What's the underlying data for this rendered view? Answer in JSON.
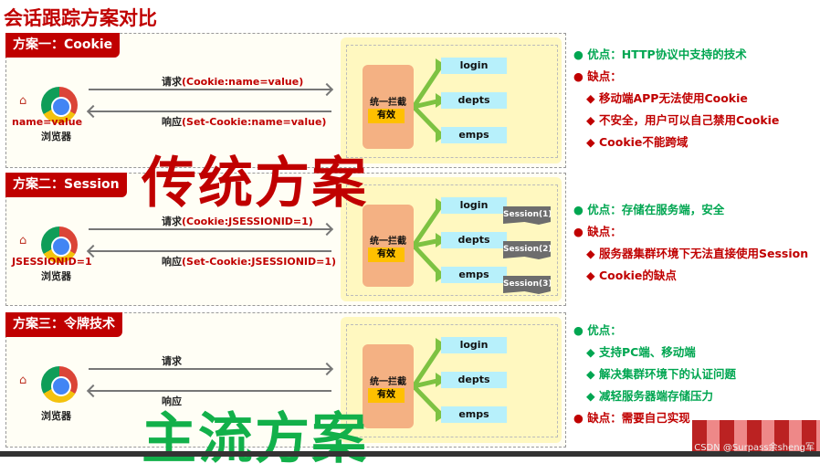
{
  "title": "会话跟踪方案对比",
  "panels": [
    {
      "label": "方案一：Cookie",
      "req": "请求",
      "req_param": "(Cookie:name=value)",
      "resp": "响应",
      "resp_param": "(Set-Cookie:name=value)",
      "client_value": "name=value",
      "browser": "浏览器",
      "intercept": "统一拦截",
      "valid": "有效",
      "endpoints": [
        "login",
        "depts",
        "emps"
      ],
      "sessions": []
    },
    {
      "label": "方案二：Session",
      "req": "请求",
      "req_param": "(Cookie:JSESSIONID=1)",
      "resp": "响应",
      "resp_param": "(Set-Cookie:JSESSIONID=1)",
      "client_value": "JSESSIONID=1",
      "browser": "浏览器",
      "intercept": "统一拦截",
      "valid": "有效",
      "endpoints": [
        "login",
        "depts",
        "emps"
      ],
      "sessions": [
        "Session(1)",
        "Session(2)",
        "Session(3)"
      ]
    },
    {
      "label": "方案三：令牌技术",
      "req": "请求",
      "req_param": "",
      "resp": "响应",
      "resp_param": "",
      "client_value": "",
      "browser": "浏览器",
      "intercept": "统一拦截",
      "valid": "有效",
      "endpoints": [
        "login",
        "depts",
        "emps"
      ],
      "sessions": []
    }
  ],
  "notes": [
    [
      {
        "t": "● 优点：HTTP协议中支持的技术",
        "c": "green",
        "i": 0
      },
      {
        "t": "● 缺点：",
        "c": "red",
        "i": 0
      },
      {
        "t": "◆ 移动端APP无法使用Cookie",
        "c": "red",
        "i": 1
      },
      {
        "t": "◆ 不安全，用户可以自己禁用Cookie",
        "c": "red",
        "i": 1
      },
      {
        "t": "◆ Cookie不能跨域",
        "c": "red",
        "i": 1
      }
    ],
    [
      {
        "t": "● 优点：存储在服务端，安全",
        "c": "green",
        "i": 0
      },
      {
        "t": "● 缺点：",
        "c": "red",
        "i": 0
      },
      {
        "t": "◆ 服务器集群环境下无法直接使用Session",
        "c": "red",
        "i": 1
      },
      {
        "t": "◆ Cookie的缺点",
        "c": "red",
        "i": 1
      }
    ],
    [
      {
        "t": "● 优点：",
        "c": "green",
        "i": 0
      },
      {
        "t": "◆ 支持PC端、移动端",
        "c": "green",
        "i": 1
      },
      {
        "t": "◆ 解决集群环境下的认证问题",
        "c": "green",
        "i": 1
      },
      {
        "t": "◆ 减轻服务器端存储压力",
        "c": "green",
        "i": 1
      },
      {
        "t": "● 缺点：需要自己实现",
        "c": "red",
        "i": 0
      }
    ]
  ],
  "overlay": {
    "traditional": "传统方案",
    "mainstream": "主流方案"
  },
  "watermark": "CSDN @Surpass余sheng军",
  "colors": {
    "red": "#c00000",
    "green": "#00a651",
    "main_green": "#12b04a"
  }
}
